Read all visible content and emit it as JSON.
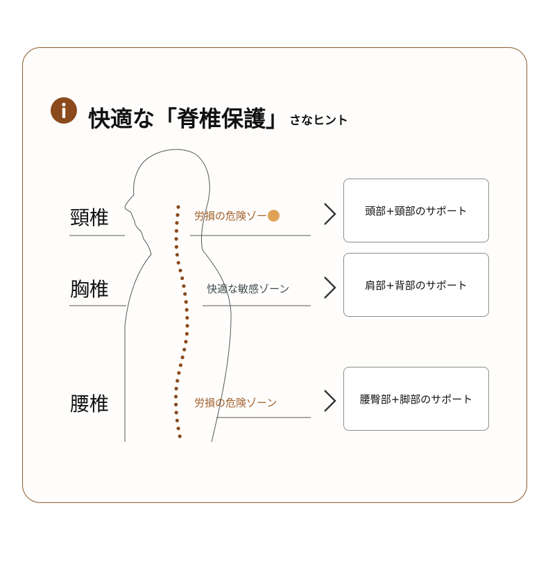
{
  "title": {
    "main": "快適な「脊椎保護」",
    "suffix": "さなヒント"
  },
  "regions": [
    {
      "region": "頸椎",
      "zone": "労損の危険ゾー",
      "zone_color": "#a0602a",
      "support": "頭部+頸部のサポート"
    },
    {
      "region": "胸椎",
      "zone": "快適な敏感ゾーン",
      "zone_color": "#3e4a4e",
      "support": "肩部+背部のサポート"
    },
    {
      "region": "腰椎",
      "zone": "労損の危険ゾーン",
      "zone_color": "#a0602a",
      "support": "腰臀部+脚部のサポート"
    }
  ],
  "colors": {
    "accent": "#8b4a1c",
    "spine_dots": "#8b4a1c",
    "frame": "#8a5a2b"
  },
  "icons": {
    "header": "info-icon",
    "arrow": "chevron-right-icon"
  }
}
